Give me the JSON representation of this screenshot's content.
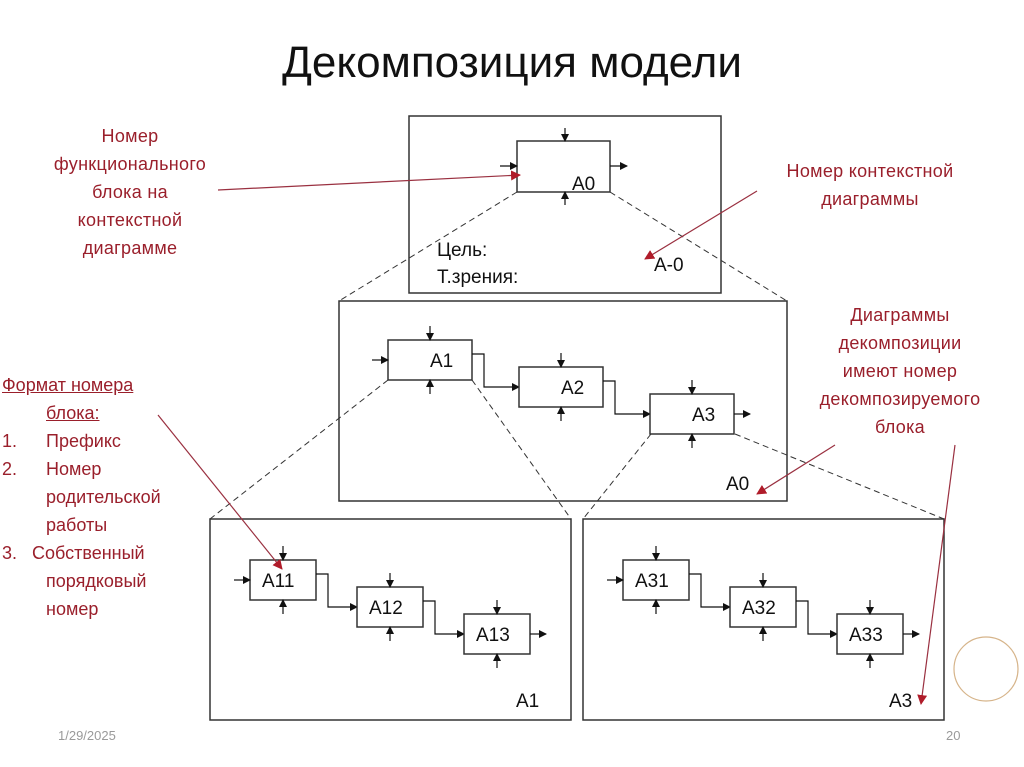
{
  "slide": {
    "title": "Декомпозиция модели",
    "date": "1/29/2025",
    "page_number": "20"
  },
  "annotations": {
    "functional_block_number": [
      "Номер",
      "функционального",
      "блока на",
      "контекстной",
      "диаграмме"
    ],
    "context_diagram_number": [
      "Номер контекстной",
      "диаграммы"
    ],
    "decomposition_numbers": [
      "Диаграммы",
      "декомпозиции",
      "имеют номер",
      "декомпозируемого",
      "блока"
    ],
    "block_number_format": {
      "header_line1": "Формат номера",
      "header_line2": "блока:",
      "items": [
        {
          "num": "1.",
          "lines": [
            "Префикс"
          ]
        },
        {
          "num": "2.",
          "lines": [
            "Номер",
            "родительской",
            "работы"
          ]
        },
        {
          "num": "3.",
          "lines": [
            "Собственный",
            "порядковый",
            "номер"
          ]
        }
      ]
    }
  },
  "diagrams": {
    "context": {
      "block_label": "A0",
      "goal_label": "Цель:",
      "viewpoint_label": "Т.зрения:",
      "diagram_number": "A-0"
    },
    "a0": {
      "blocks": [
        "A1",
        "A2",
        "A3"
      ],
      "diagram_number": "A0"
    },
    "a1": {
      "blocks": [
        "A11",
        "A12",
        "A13"
      ],
      "diagram_number": "A1"
    },
    "a3": {
      "blocks": [
        "A31",
        "A32",
        "A33"
      ],
      "diagram_number": "A3"
    }
  },
  "colors": {
    "annotation": "#9a1f2b",
    "arrow_red": "#b01c2a",
    "frame": "#333333"
  }
}
